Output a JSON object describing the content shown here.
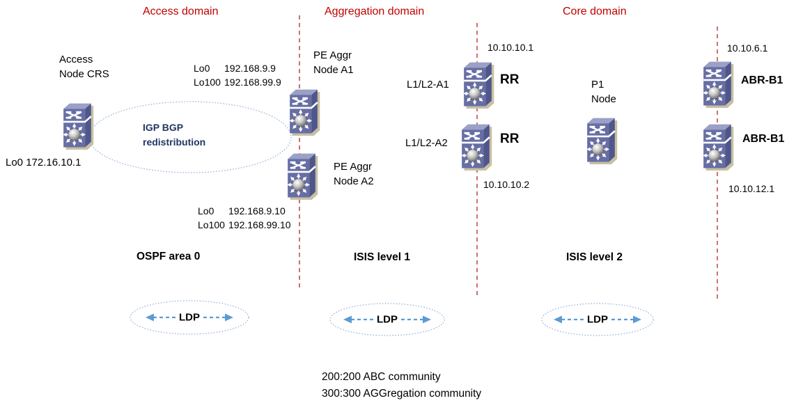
{
  "colors": {
    "domain_title": "#c00000",
    "boundary_line": "#c0504d",
    "ellipse_stroke": "#8fb0d4",
    "ldp_arrow": "#5b9bd5",
    "igp_text": "#1f3864",
    "text": "#000000",
    "router_front": "#666ea4",
    "router_top": "#9aa0c6",
    "router_side": "#4e568c",
    "router_shadow": "#c8bfa2"
  },
  "domains": {
    "access": {
      "title": "Access domain",
      "protocol": "OSPF area 0",
      "ldp_label": "LDP"
    },
    "aggregation": {
      "title": "Aggregation domain",
      "protocol": "ISIS level 1",
      "ldp_label": "LDP"
    },
    "core": {
      "title": "Core domain",
      "protocol": "ISIS level 2",
      "ldp_label": "LDP"
    }
  },
  "nodes": {
    "access_crs": {
      "label": "Access\nNode CRS",
      "loopback": "Lo0 172.16.10.1"
    },
    "pe_aggr_a1": {
      "label": "PE Aggr\nNode A1",
      "lo0_label": "Lo0",
      "lo0_ip": "192.168.9.9",
      "lo100_label": "Lo100",
      "lo100_ip": "192.168.99.9"
    },
    "pe_aggr_a2": {
      "label": "PE Aggr\nNode A2",
      "lo0_label": "Lo0",
      "lo0_ip": "192.168.9.10",
      "lo100_label": "Lo100",
      "lo100_ip": "192.168.99.10"
    },
    "l1l2_a1": {
      "label": "L1/L2-A1",
      "role": "RR",
      "ip": "10.10.10.1"
    },
    "l1l2_a2": {
      "label": "L1/L2-A2",
      "role": "RR",
      "ip": "10.10.10.2"
    },
    "p1": {
      "label": "P1\nNode"
    },
    "abr_b1_upper": {
      "label": "ABR-B1",
      "ip": "10.10.6.1"
    },
    "abr_b1_lower": {
      "label": "ABR-B1",
      "ip": "10.10.12.1"
    }
  },
  "annotations": {
    "igp_bgp": "IGP BGP\nredistribution",
    "communities": [
      "200:200 ABC community",
      "300:300 AGGregation community"
    ]
  }
}
